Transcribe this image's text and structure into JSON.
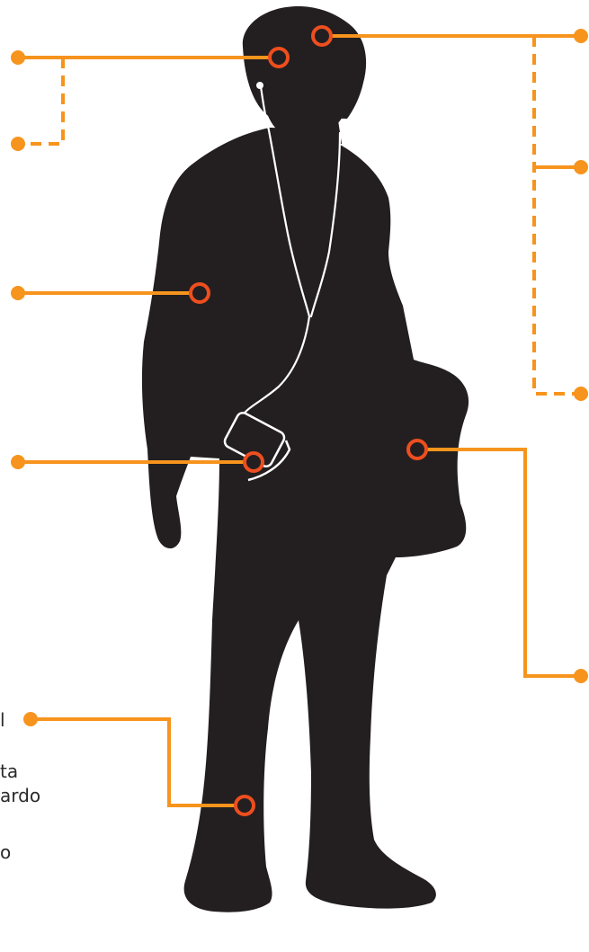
{
  "diagram": {
    "label_fragments": [
      "l",
      "ta",
      "ardo",
      "o"
    ]
  },
  "colors": {
    "accent": "#f7941d",
    "marker_ring": "#ee4e1f",
    "silhouette": "#231f20",
    "earphone_cord": "#ffffff",
    "text": "#2b2b2b"
  }
}
